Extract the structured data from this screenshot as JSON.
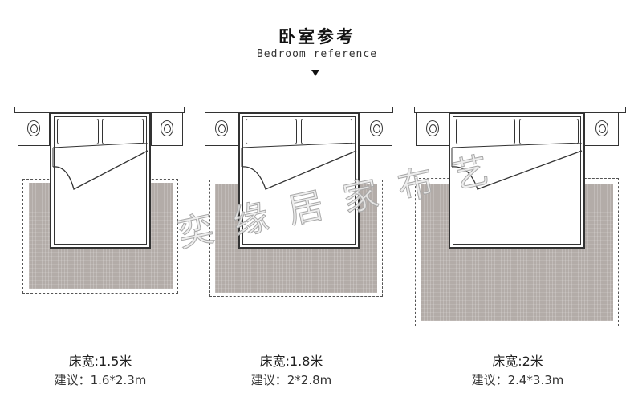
{
  "header": {
    "title": "卧室参考",
    "subtitle": "Bedroom reference"
  },
  "panels": [
    {
      "bed_width": "床宽:1.5米",
      "suggestion": "建议：1.6*2.3m"
    },
    {
      "bed_width": "床宽:1.8米",
      "suggestion": "建议：2*2.8m"
    },
    {
      "bed_width": "床宽:2米",
      "suggestion": "建议：2.4*3.3m"
    }
  ],
  "watermark": "奕缘居家布艺",
  "colors": {
    "rug": "#b3aca8",
    "line": "#333333"
  }
}
